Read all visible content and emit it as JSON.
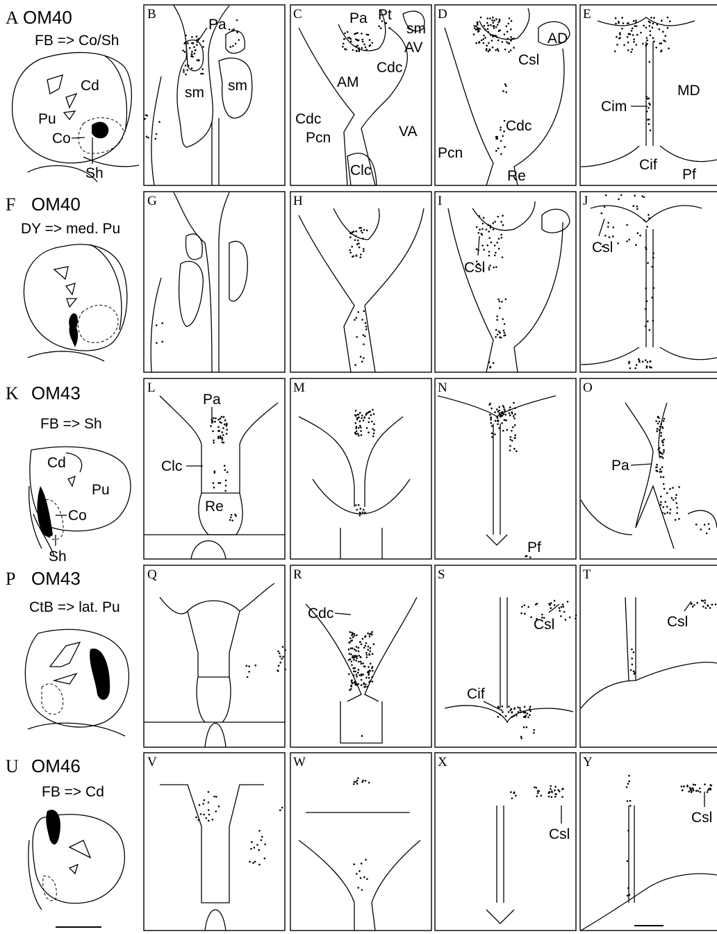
{
  "rows": [
    {
      "id": "A",
      "case": "OM40",
      "tracer": "FB => Co/Sh",
      "labels": [
        "Cd",
        "Pu",
        "Co",
        "Sh"
      ],
      "panels": [
        {
          "id": "B",
          "labels": [
            "Pa",
            "sm",
            "sm"
          ]
        },
        {
          "id": "C",
          "labels": [
            "Pa",
            "Pt",
            "sm",
            "AV",
            "Cdc",
            "AM",
            "Cdc",
            "Pcn",
            "VA",
            "Clc"
          ]
        },
        {
          "id": "D",
          "labels": [
            "AD",
            "Csl",
            "Cdc",
            "Pcn",
            "Re"
          ]
        },
        {
          "id": "E",
          "labels": [
            "MD",
            "Cim",
            "Cif",
            "Pf"
          ]
        }
      ]
    },
    {
      "id": "F",
      "case": "OM40",
      "tracer": "DY => med. Pu",
      "labels": [],
      "panels": [
        {
          "id": "G",
          "labels": []
        },
        {
          "id": "H",
          "labels": []
        },
        {
          "id": "I",
          "labels": [
            "Csl"
          ]
        },
        {
          "id": "J",
          "labels": [
            "Csl"
          ]
        }
      ]
    },
    {
      "id": "K",
      "case": "OM43",
      "tracer": "FB => Sh",
      "labels": [
        "Cd",
        "Pu",
        "Co",
        "Sh"
      ],
      "panels": [
        {
          "id": "L",
          "labels": [
            "Pa",
            "Clc",
            "Re"
          ]
        },
        {
          "id": "M",
          "labels": []
        },
        {
          "id": "N",
          "labels": [
            "Pf"
          ]
        },
        {
          "id": "O",
          "labels": [
            "Pa"
          ]
        }
      ]
    },
    {
      "id": "P",
      "case": "OM43",
      "tracer": "CtB => lat. Pu",
      "labels": [],
      "panels": [
        {
          "id": "Q",
          "labels": []
        },
        {
          "id": "R",
          "labels": [
            "Cdc"
          ]
        },
        {
          "id": "S",
          "labels": [
            "Csl",
            "Cif"
          ]
        },
        {
          "id": "T",
          "labels": [
            "Csl"
          ]
        }
      ]
    },
    {
      "id": "U",
      "case": "OM46",
      "tracer": "FB => Cd",
      "labels": [],
      "panels": [
        {
          "id": "V",
          "labels": []
        },
        {
          "id": "W",
          "labels": []
        },
        {
          "id": "X",
          "labels": [
            "Csl"
          ]
        },
        {
          "id": "Y",
          "labels": [
            "Csl"
          ]
        }
      ]
    }
  ]
}
